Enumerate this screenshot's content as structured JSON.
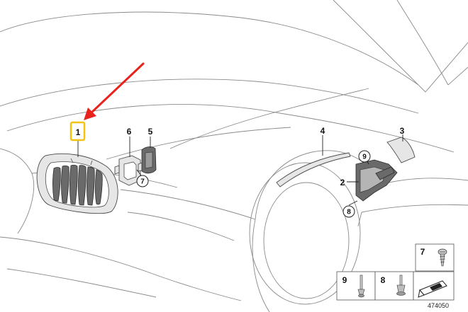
{
  "colors": {
    "highlight": "#f2c40f",
    "arrow": "#e8231d",
    "line": "#8a8a8a",
    "part_fill": "#e6e6e6"
  },
  "callouts": [
    {
      "id": "1",
      "name": "kidney-grille"
    },
    {
      "id": "2",
      "name": "wheel-arch-bracket"
    },
    {
      "id": "3",
      "name": "trim-panel"
    },
    {
      "id": "4",
      "name": "wheel-arch-trim-strip"
    },
    {
      "id": "5",
      "name": "holder"
    },
    {
      "id": "6",
      "name": "mount-bracket"
    }
  ],
  "circled_callouts": [
    "7",
    "8",
    "9"
  ],
  "fasteners": [
    {
      "id": "7",
      "kind": "screw-icon"
    },
    {
      "id": "8",
      "kind": "expanding-rivet-icon"
    },
    {
      "id": "9",
      "kind": "pin-clip-icon"
    }
  ],
  "highlighted_callout": "1",
  "drawing_number": "474050"
}
